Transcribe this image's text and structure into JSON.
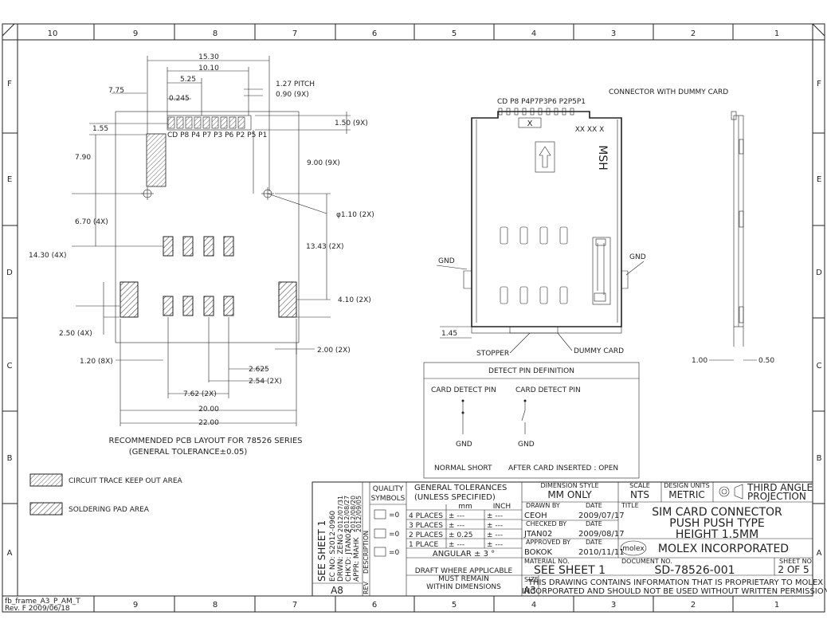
{
  "frame": {
    "cols_top": [
      "10",
      "9",
      "8",
      "7",
      "6",
      "5",
      "4",
      "3",
      "2",
      "1"
    ],
    "cols_bottom": [
      "9",
      "8",
      "7",
      "6",
      "5",
      "4",
      "3",
      "2",
      "1"
    ],
    "rows": [
      "F",
      "E",
      "D",
      "C",
      "B",
      "A"
    ],
    "frame_id": "fb_frame_A3_P_AM_T",
    "frame_rev": "Rev. F 2009/06/18"
  },
  "pcb_layout": {
    "dims": {
      "d15_30": "15.30",
      "d10_10": "10.10",
      "d5_25": "5.25",
      "d1_27": "1.27 PITCH",
      "d0_90": "0.90 (9X)",
      "d7_75": "7.75",
      "d0_245": "0.245",
      "d1_55": "1.55",
      "d1_50": "1.50 (9X)",
      "d7_90": "7.90",
      "d9_00": "9.00 (9X)",
      "d_hole": "φ1.10 (2X)",
      "d6_70": "6.70 (4X)",
      "d14_30": "14.30 (4X)",
      "d13_43": "13.43 (2X)",
      "d4_10": "4.10 (2X)",
      "d2_50": "2.50 (4X)",
      "d1_45": "1.45",
      "d2_00": "2.00 (2X)",
      "d1_20": "1.20 (8X)",
      "d2_625": "2.625",
      "d2_54": "2.54 (2X)",
      "d7_62": "7.62 (2X)",
      "d20_00": "20.00",
      "d22_00": "22.00"
    },
    "pin_labels": "CD P8 P4 P7 P3 P6 P2 P5 P1",
    "caption": "RECOMMENDED PCB LAYOUT FOR 78526 SERIES",
    "tolerance": "(GENERAL TOLERANCE±0.05)"
  },
  "connector": {
    "title": "CONNECTOR WITH DUMMY CARD",
    "pin_labels": "CD P8 P4P7P3P6 P2P5P1",
    "mark_x": "X",
    "marking": "MSH",
    "xx": "XX XX X",
    "gnd_left": "GND",
    "gnd_right": "GND",
    "stopper": "STOPPER",
    "dummy_card": "DUMMY CARD",
    "side_d1": "1.00",
    "side_d2": "0.50"
  },
  "detect_table": {
    "title": "DETECT PIN DEFINITION",
    "col1": "CARD DETECT PIN",
    "col2": "CARD DETECT PIN",
    "gnd1": "GND",
    "gnd2": "GND",
    "state1": "NORMAL SHORT",
    "state2": "AFTER CARD INSERTED : OPEN"
  },
  "legend": {
    "keepout": "CIRCUIT TRACE KEEP OUT AREA",
    "solder": "SOLDERING PAD AREA"
  },
  "title_block": {
    "see_sheet": "SEE SHEET 1",
    "ec_no": "EC NO: S2012-0960",
    "drwn": "DRWN: ZENG",
    "chk": "CHK'D: JTAN02",
    "appr": "APPR: MAHK",
    "date1": "2012/07/31",
    "date2": "2012/08/27",
    "date3": "2012/08/20",
    "date4": "2012/09/05",
    "description": "DESCRIPTION",
    "rev": "REV",
    "a8": "A8",
    "quality": "QUALITY",
    "symbols": "SYMBOLS",
    "sym_val": "=0",
    "general_tol": "GENERAL TOLERANCES",
    "unless": "(UNLESS SPECIFIED)",
    "mm": "mm",
    "inch": "INCH",
    "places": [
      "4 PLACES",
      "3 PLACES",
      "2 PLACES",
      "1 PLACE"
    ],
    "mm_vals": [
      "± ---",
      "± ---",
      "± 0.25",
      "± ---"
    ],
    "inch_vals": [
      "± ---",
      "± ---",
      "± ---",
      "± ---"
    ],
    "angular": "ANGULAR ± 3 °",
    "draft": "DRAFT WHERE APPLICABLE",
    "must_remain": "MUST REMAIN",
    "within": "WITHIN DIMENSIONS",
    "dim_style_lbl": "DIMENSION STYLE",
    "dim_style": "MM ONLY",
    "scale_lbl": "SCALE",
    "scale": "NTS",
    "units_lbl": "DESIGN UNITS",
    "units": "METRIC",
    "third_angle": "THIRD ANGLE",
    "projection": "PROJECTION",
    "drawn_by_lbl": "DRAWN BY",
    "drawn_by": "CEOH",
    "drawn_date": "2009/07/17",
    "checked_lbl": "CHECKED BY",
    "checked": "JTAN02",
    "checked_date": "2009/08/17",
    "approved_lbl": "APPROVED BY",
    "approved": "BOKOK",
    "approved_date": "2010/11/11",
    "date_lbl": "DATE",
    "title_lbl": "TITLE",
    "title1": "SIM CARD CONNECTOR",
    "title2": "PUSH PUSH TYPE",
    "title3": "HEIGHT 1.5MM",
    "company": "MOLEX INCORPORATED",
    "logo": "molex",
    "material_lbl": "MATERIAL NO.",
    "material": "SEE SHEET 1",
    "doc_lbl": "DOCUMENT NO.",
    "doc": "SD-78526-001",
    "sheet_lbl": "SHEET NO.",
    "sheet": "2 OF 5",
    "size_lbl": "SIZE",
    "size": "A3",
    "proprietary1": "THIS DRAWING CONTAINS INFORMATION THAT IS PROPRIETARY TO MOLEX",
    "proprietary2": "INCORPORATED AND SHOULD NOT BE USED WITHOUT WRITTEN PERMISSION"
  }
}
